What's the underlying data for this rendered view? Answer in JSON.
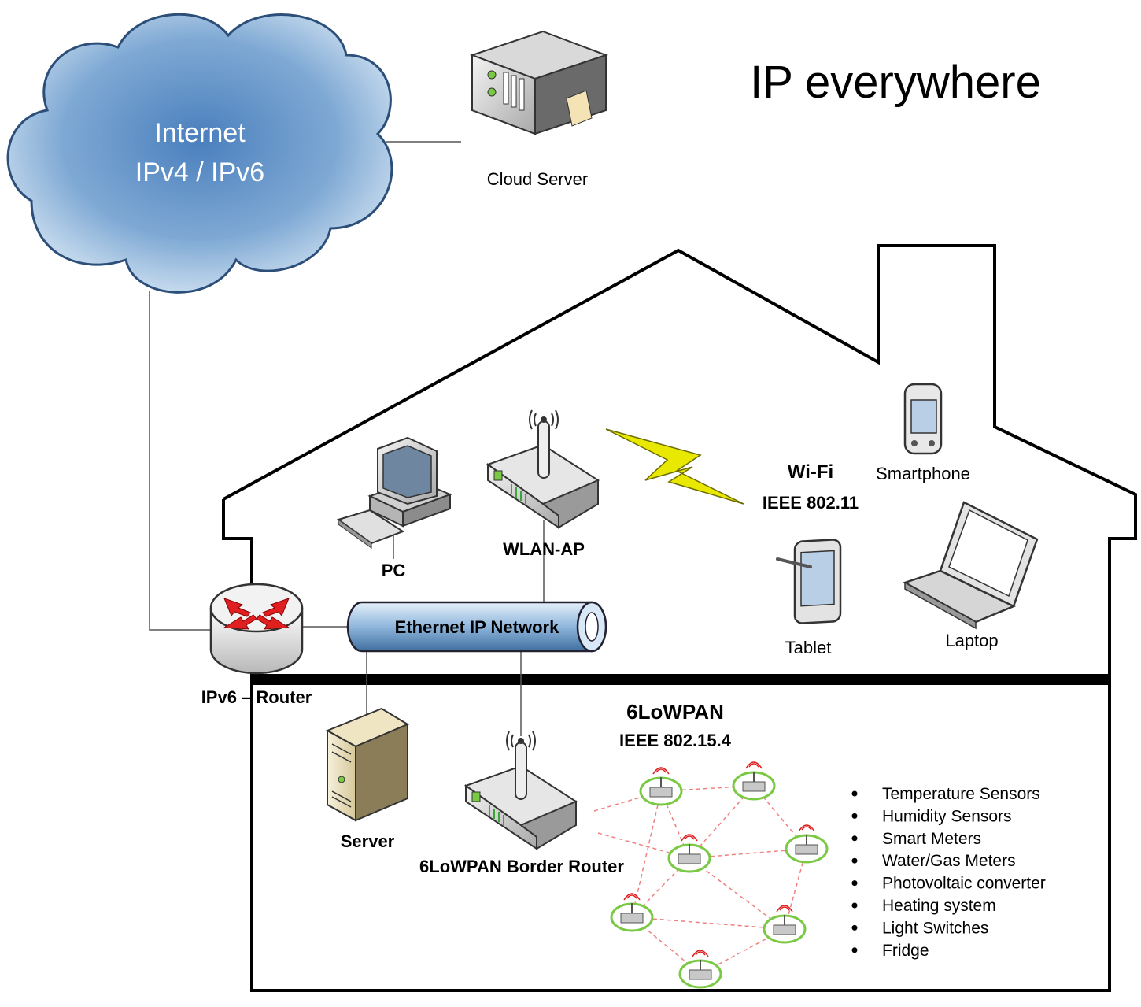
{
  "title": "IP everywhere",
  "cloud": {
    "line1": "Internet",
    "line2": "IPv4 / IPv6"
  },
  "cloud_server": {
    "label": "Cloud Server"
  },
  "pc": {
    "label": "PC"
  },
  "wlan_ap": {
    "label": "WLAN-AP"
  },
  "wifi": {
    "line1": "Wi-Fi",
    "line2": "IEEE 802.11"
  },
  "smartphone": {
    "label": "Smartphone"
  },
  "tablet": {
    "label": "Tablet"
  },
  "laptop": {
    "label": "Laptop"
  },
  "router": {
    "label": "IPv6 – Router"
  },
  "ethernet": {
    "label": "Ethernet IP Network"
  },
  "server": {
    "label": "Server"
  },
  "border_router": {
    "label": "6LoWPAN Border Router"
  },
  "lowpan": {
    "line1": "6LoWPAN",
    "line2": "IEEE 802.15.4"
  },
  "device_list": [
    "Temperature Sensors",
    "Humidity Sensors",
    "Smart Meters",
    "Water/Gas Meters",
    "Photovoltaic converter",
    "Heating system",
    "Light Switches",
    "Fridge"
  ],
  "colors": {
    "cloud_fill": "#7fa9d4",
    "cloud_dark": "#4f7fb8",
    "router_red": "#e02020",
    "pipe_blue": "#9cc0e0",
    "bolt_yellow": "#e8e800",
    "mesh_green": "#7ac943",
    "mesh_link": "#f08080"
  }
}
